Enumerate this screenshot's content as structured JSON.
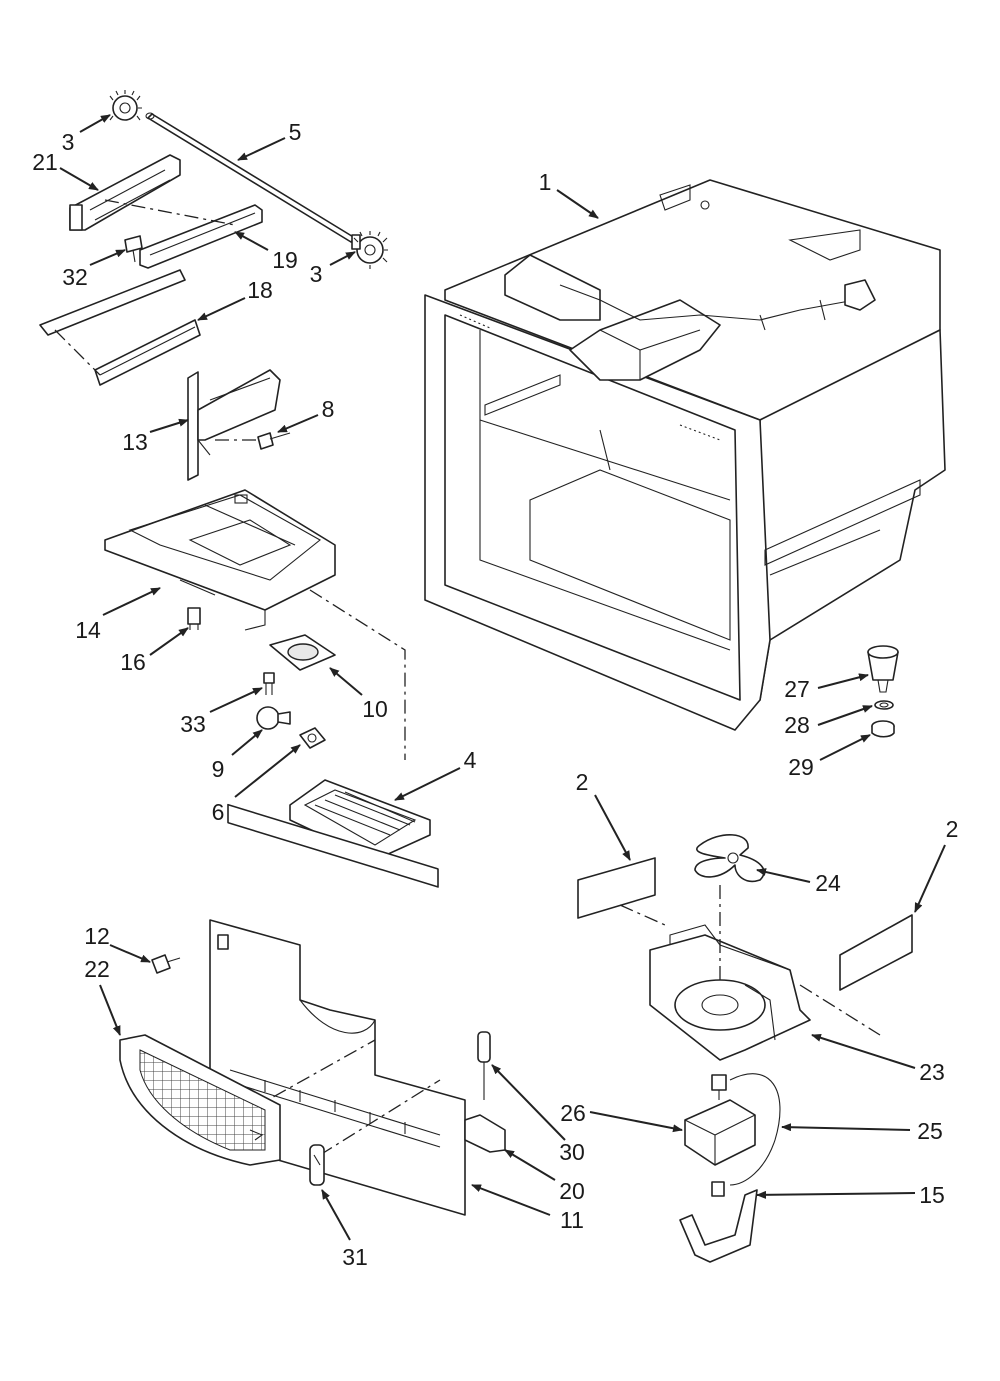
{
  "diagram": {
    "labels": [
      {
        "id": "lbl-1",
        "text": "1"
      },
      {
        "id": "lbl-2a",
        "text": "2"
      },
      {
        "id": "lbl-2b",
        "text": "2"
      },
      {
        "id": "lbl-3a",
        "text": "3"
      },
      {
        "id": "lbl-3b",
        "text": "3"
      },
      {
        "id": "lbl-4",
        "text": "4"
      },
      {
        "id": "lbl-5",
        "text": "5"
      },
      {
        "id": "lbl-6",
        "text": "6"
      },
      {
        "id": "lbl-8",
        "text": "8"
      },
      {
        "id": "lbl-9",
        "text": "9"
      },
      {
        "id": "lbl-10",
        "text": "10"
      },
      {
        "id": "lbl-11",
        "text": "11"
      },
      {
        "id": "lbl-12",
        "text": "12"
      },
      {
        "id": "lbl-13",
        "text": "13"
      },
      {
        "id": "lbl-14",
        "text": "14"
      },
      {
        "id": "lbl-15",
        "text": "15"
      },
      {
        "id": "lbl-16",
        "text": "16"
      },
      {
        "id": "lbl-18",
        "text": "18"
      },
      {
        "id": "lbl-19",
        "text": "19"
      },
      {
        "id": "lbl-20",
        "text": "20"
      },
      {
        "id": "lbl-21",
        "text": "21"
      },
      {
        "id": "lbl-22",
        "text": "22"
      },
      {
        "id": "lbl-23",
        "text": "23"
      },
      {
        "id": "lbl-24",
        "text": "24"
      },
      {
        "id": "lbl-25",
        "text": "25"
      },
      {
        "id": "lbl-26",
        "text": "26"
      },
      {
        "id": "lbl-27",
        "text": "27"
      },
      {
        "id": "lbl-28",
        "text": "28"
      },
      {
        "id": "lbl-29",
        "text": "29"
      },
      {
        "id": "lbl-30",
        "text": "30"
      },
      {
        "id": "lbl-31",
        "text": "31"
      },
      {
        "id": "lbl-32",
        "text": "32"
      },
      {
        "id": "lbl-33",
        "text": "33"
      }
    ]
  }
}
